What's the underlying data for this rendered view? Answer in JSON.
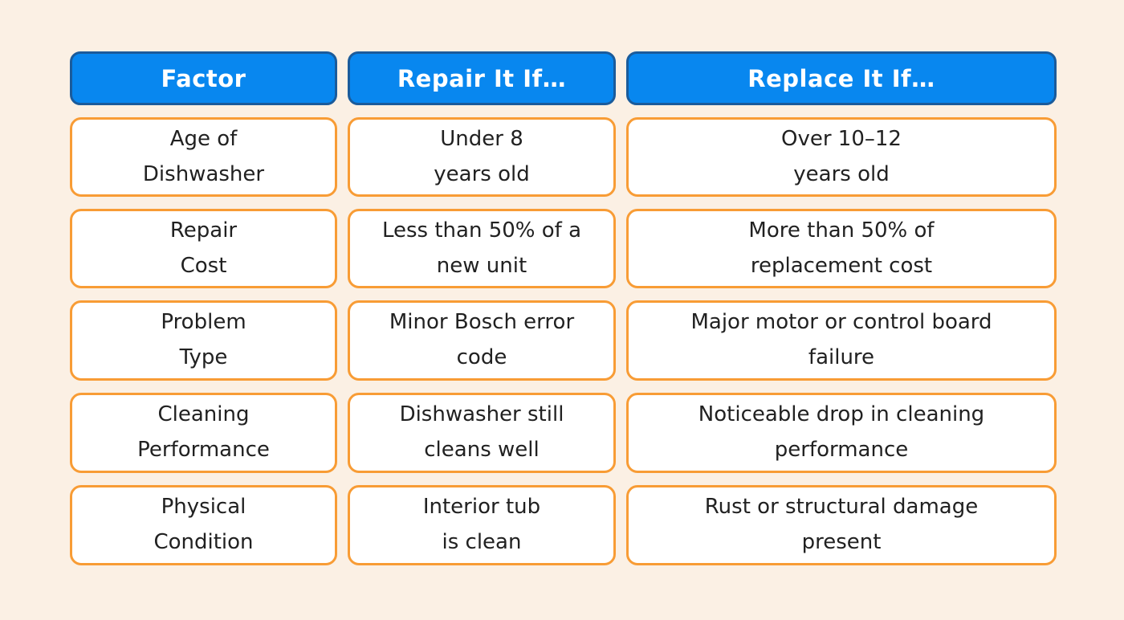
{
  "page": {
    "background_color": "#FBF0E4"
  },
  "colors": {
    "header_fill": "#0887EF",
    "header_border": "#1A5B9B",
    "header_text": "#FFFFFF",
    "cell_fill": "#FFFFFF",
    "cell_border": "#F89C35",
    "cell_text": "#212121"
  },
  "table": {
    "headers": {
      "factor": "Factor",
      "repair": "Repair It If…",
      "replace": "Replace It If…"
    },
    "rows": [
      {
        "factor": "Age of\nDishwasher",
        "repair": "Under 8\nyears old",
        "replace": "Over 10–12\nyears old"
      },
      {
        "factor": "Repair\nCost",
        "repair": "Less than 50% of a\nnew unit",
        "replace": "More than 50% of\nreplacement cost"
      },
      {
        "factor": "Problem\nType",
        "repair": "Minor Bosch error\ncode",
        "replace": "Major motor or control board\nfailure"
      },
      {
        "factor": "Cleaning\nPerformance",
        "repair": "Dishwasher still\ncleans well",
        "replace": "Noticeable drop in cleaning\nperformance"
      },
      {
        "factor": "Physical\nCondition",
        "repair": "Interior tub\nis clean",
        "replace": "Rust or structural damage\npresent"
      }
    ]
  },
  "chart_data": {
    "type": "table",
    "columns": [
      "Factor",
      "Repair It If…",
      "Replace It If…"
    ],
    "rows": [
      [
        "Age of Dishwasher",
        "Under 8 years old",
        "Over 10–12 years old"
      ],
      [
        "Repair Cost",
        "Less than 50% of a new unit",
        "More than 50% of replacement cost"
      ],
      [
        "Problem Type",
        "Minor Bosch error code",
        "Major motor or control board failure"
      ],
      [
        "Cleaning Performance",
        "Dishwasher still cleans well",
        "Noticeable drop in cleaning performance"
      ],
      [
        "Physical Condition",
        "Interior tub is clean",
        "Rust or structural damage present"
      ]
    ]
  }
}
